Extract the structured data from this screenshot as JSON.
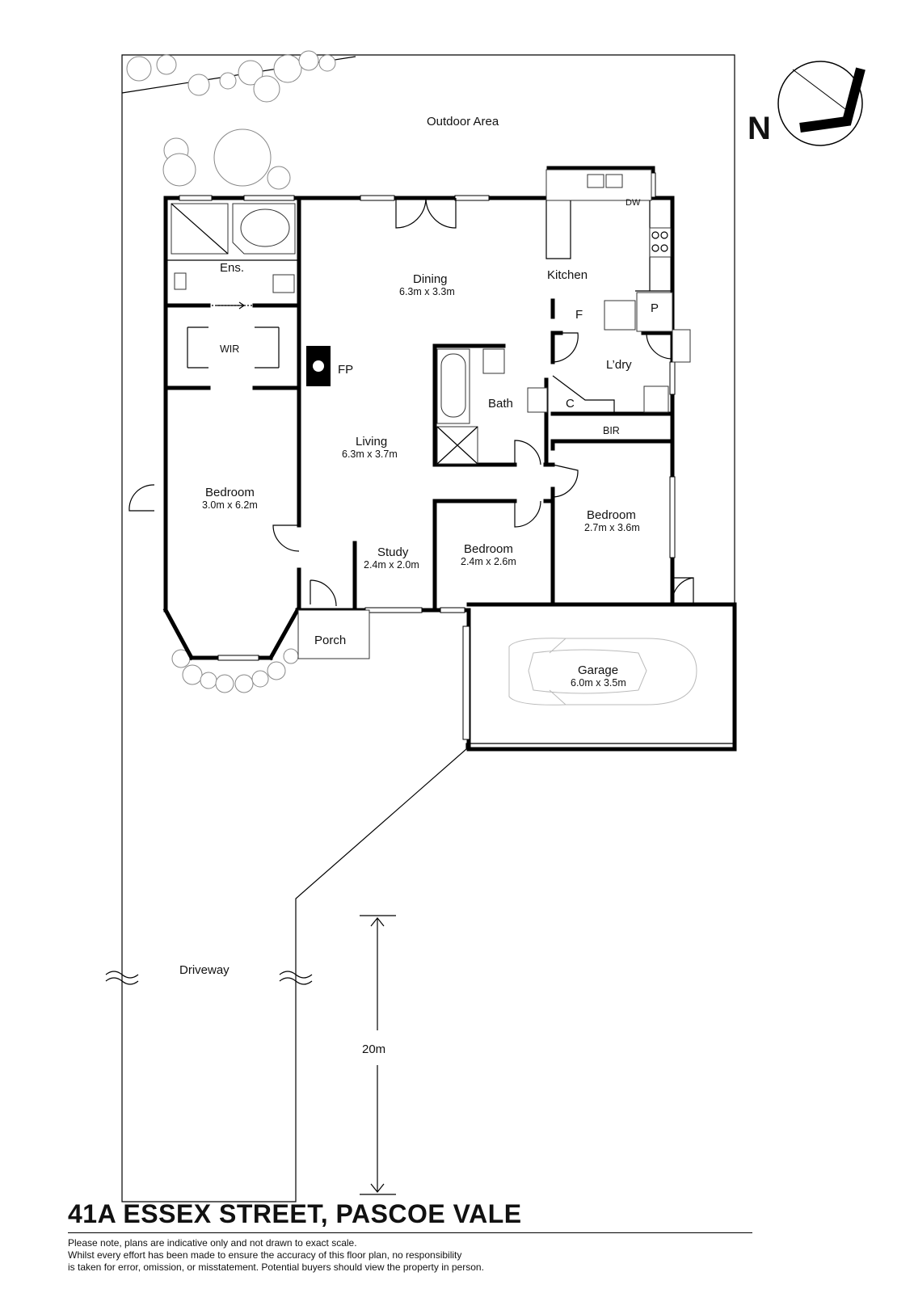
{
  "north_label": "N",
  "rooms": {
    "outdoor": "Outdoor Area",
    "ensuite": "Ens.",
    "wir": "WIR",
    "dining": {
      "name": "Dining",
      "size": "6.3m x 3.3m"
    },
    "kitchen": "Kitchen",
    "dw": "DW",
    "fridge": "F",
    "pantry": "P",
    "fireplace": "FP",
    "laundry": "L’dry",
    "bath": "Bath",
    "cupboard": "C",
    "bir": "BIR",
    "living": {
      "name": "Living",
      "size": "6.3m x 3.7m"
    },
    "master_bedroom": {
      "name": "Bedroom",
      "size": "3.0m x 6.2m"
    },
    "bedroom_right": {
      "name": "Bedroom",
      "size": "2.7m x 3.6m"
    },
    "study": {
      "name": "Study",
      "size": "2.4m x 2.0m"
    },
    "bedroom_mid": {
      "name": "Bedroom",
      "size": "2.4m x 2.6m"
    },
    "porch": "Porch",
    "garage": {
      "name": "Garage",
      "size": "6.0m x 3.5m"
    },
    "driveway": "Driveway"
  },
  "scale_label": "20m",
  "title": "41A ESSEX STREET, PASCOE VALE",
  "disclaimer": [
    "Please note, plans are indicative only and not drawn to exact scale.",
    "Whilst every effort has been made to ensure the accuracy of this floor plan, no responsibility",
    "is taken for error, omission, or misstatement. Potential buyers should view the property in person."
  ]
}
